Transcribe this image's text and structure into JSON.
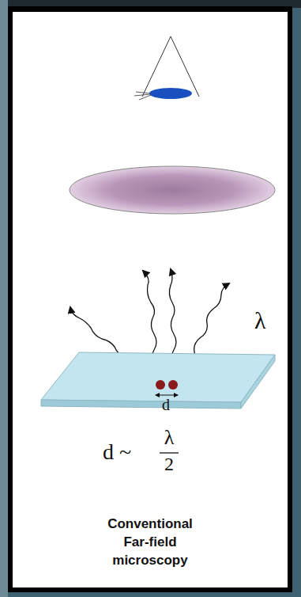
{
  "diagram": {
    "caption": "Conventional Far-field microscopy",
    "labels": [
      "λ",
      "d",
      "d ~",
      "λ",
      "2"
    ]
  }
}
